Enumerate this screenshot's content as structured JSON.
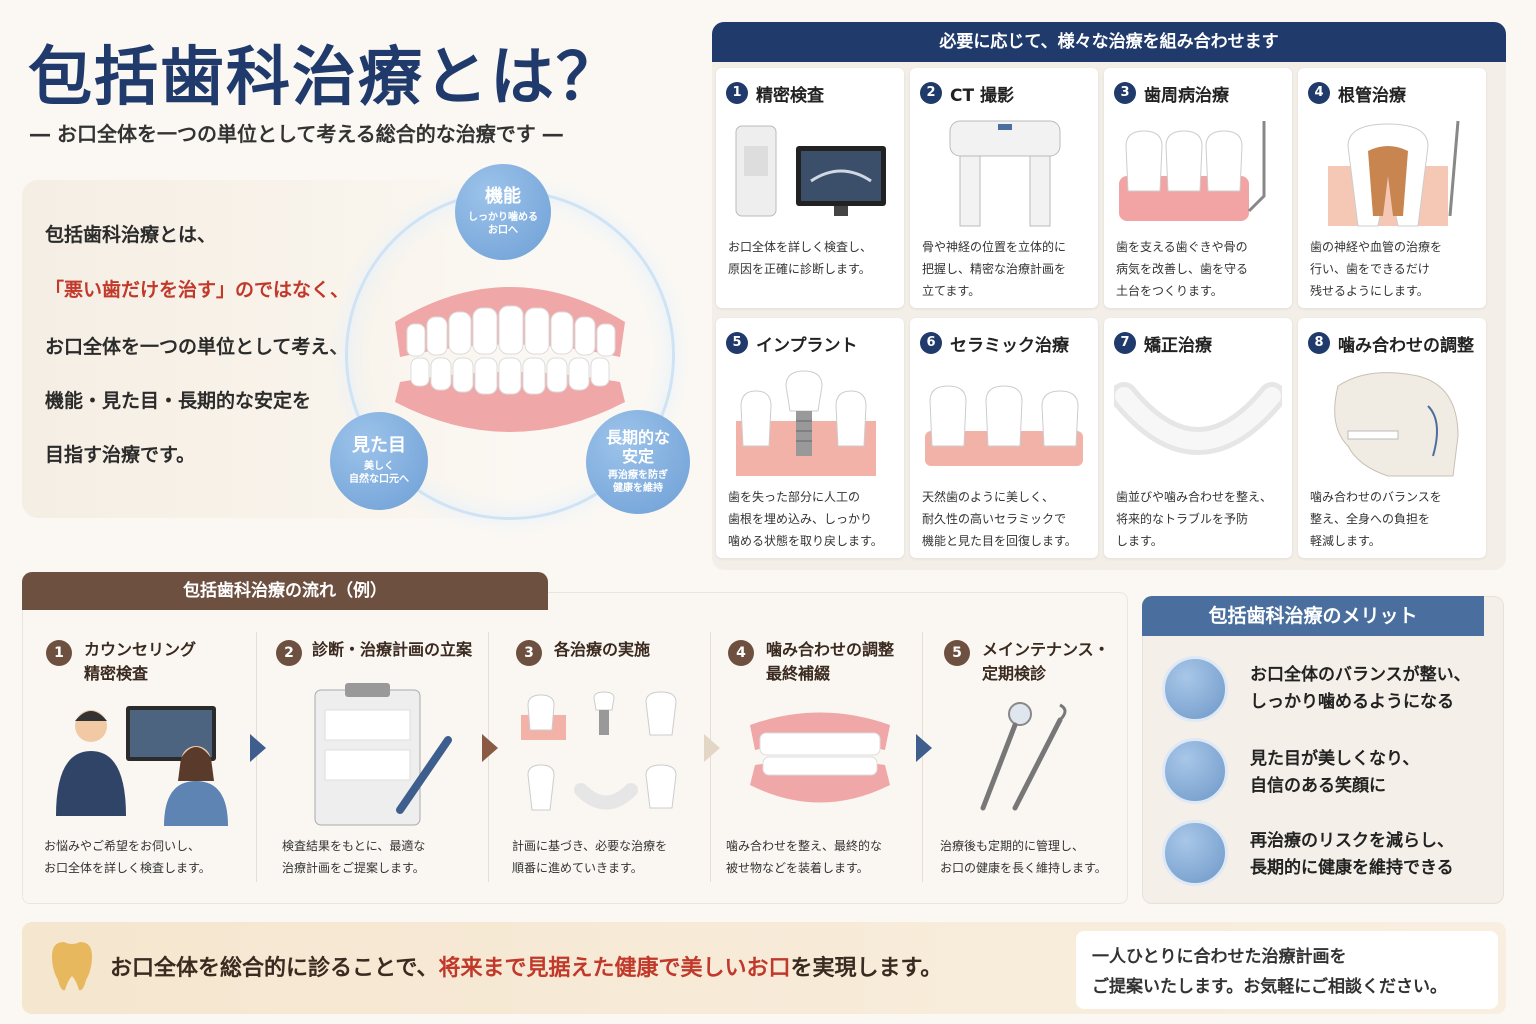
{
  "header": {
    "title": "包括歯科治療とは？",
    "subtitle": "― お口全体を一つの単位として考える総合的な治療です ―"
  },
  "intro": {
    "lines": [
      "包括歯科治療とは、",
      "「悪い歯だけを治す」のではなく、",
      "お口全体を一つの単位として考え、",
      "機能・見た目・長期的な安定を",
      "目指す治療です。"
    ]
  },
  "pillars": {
    "function": {
      "title": "機能",
      "sub": "しっかり噛める\nお口へ"
    },
    "appearance": {
      "title": "見た目",
      "sub": "美しく\n自然な口元へ"
    },
    "stability": {
      "title": "長期的な\n安定",
      "sub": "再治療を防ぎ\n健康を維持"
    }
  },
  "treatments": {
    "header": "必要に応じて、様々な治療を組み合わせます",
    "items": [
      {
        "num": "1",
        "title": "精密検査",
        "desc": "お口全体を詳しく検査し、\n原因を正確に診断します。"
      },
      {
        "num": "2",
        "title": "CT 撮影",
        "desc": "骨や神経の位置を立体的に\n把握し、精密な治療計画を\n立てます。"
      },
      {
        "num": "3",
        "title": "歯周病治療",
        "desc": "歯を支える歯ぐきや骨の\n病気を改善し、歯を守る\n土台をつくります。"
      },
      {
        "num": "4",
        "title": "根管治療",
        "desc": "歯の神経や血管の治療を\n行い、歯をできるだけ\n残せるようにします。"
      },
      {
        "num": "5",
        "title": "インプラント",
        "desc": "歯を失った部分に人工の\n歯根を埋め込み、しっかり\n噛める状態を取り戻します。"
      },
      {
        "num": "6",
        "title": "セラミック治療",
        "desc": "天然歯のように美しく、\n耐久性の高いセラミックで\n機能と見た目を回復します。"
      },
      {
        "num": "7",
        "title": "矯正治療",
        "desc": "歯並びや噛み合わせを整え、\n将来的なトラブルを予防\nします。"
      },
      {
        "num": "8",
        "title": "噛み合わせの調整",
        "desc": "噛み合わせのバランスを\n整え、全身への負担を\n軽減します。"
      }
    ]
  },
  "flow": {
    "header": "包括歯科治療の流れ（例）",
    "steps": [
      {
        "num": "1",
        "title": "カウンセリング\n精密検査",
        "desc": "お悩みやご希望をお伺いし、\nお口全体を詳しく検査します。"
      },
      {
        "num": "2",
        "title": "診断・治療計画の立案",
        "desc": "検査結果をもとに、最適な\n治療計画をご提案します。"
      },
      {
        "num": "3",
        "title": "各治療の実施",
        "desc": "計画に基づき、必要な治療を\n順番に進めていきます。"
      },
      {
        "num": "4",
        "title": "噛み合わせの調整\n最終補綴",
        "desc": "噛み合わせを整え、最終的な\n被せ物などを装着します。"
      },
      {
        "num": "5",
        "title": "メインテナンス・\n定期検診",
        "desc": "治療後も定期的に管理し、\nお口の健康を長く維持します。"
      }
    ]
  },
  "merits": {
    "header": "包括歯科治療のメリット",
    "items": [
      {
        "text": "お口全体のバランスが整い、\nしっかり噛めるようになる"
      },
      {
        "text": "見た目が美しくなり、\n自信のある笑顔に"
      },
      {
        "text": "再治療のリスクを減らし、\n長期的に健康を維持できる"
      }
    ]
  },
  "footer": {
    "text_before": "お口全体を総合的に診ることで、",
    "text_highlight": "将来まで見据えた健康で美しいお口",
    "text_after": "を実現します。",
    "box_text": "一人ひとりに合わせた治療計画を\nご提案いたします。お気軽にご相談ください。"
  },
  "colors": {
    "navy": "#1f3a6b",
    "brown": "#6d5040",
    "accent_red": "#c0392b",
    "light_blue": "#6e9fd6"
  }
}
